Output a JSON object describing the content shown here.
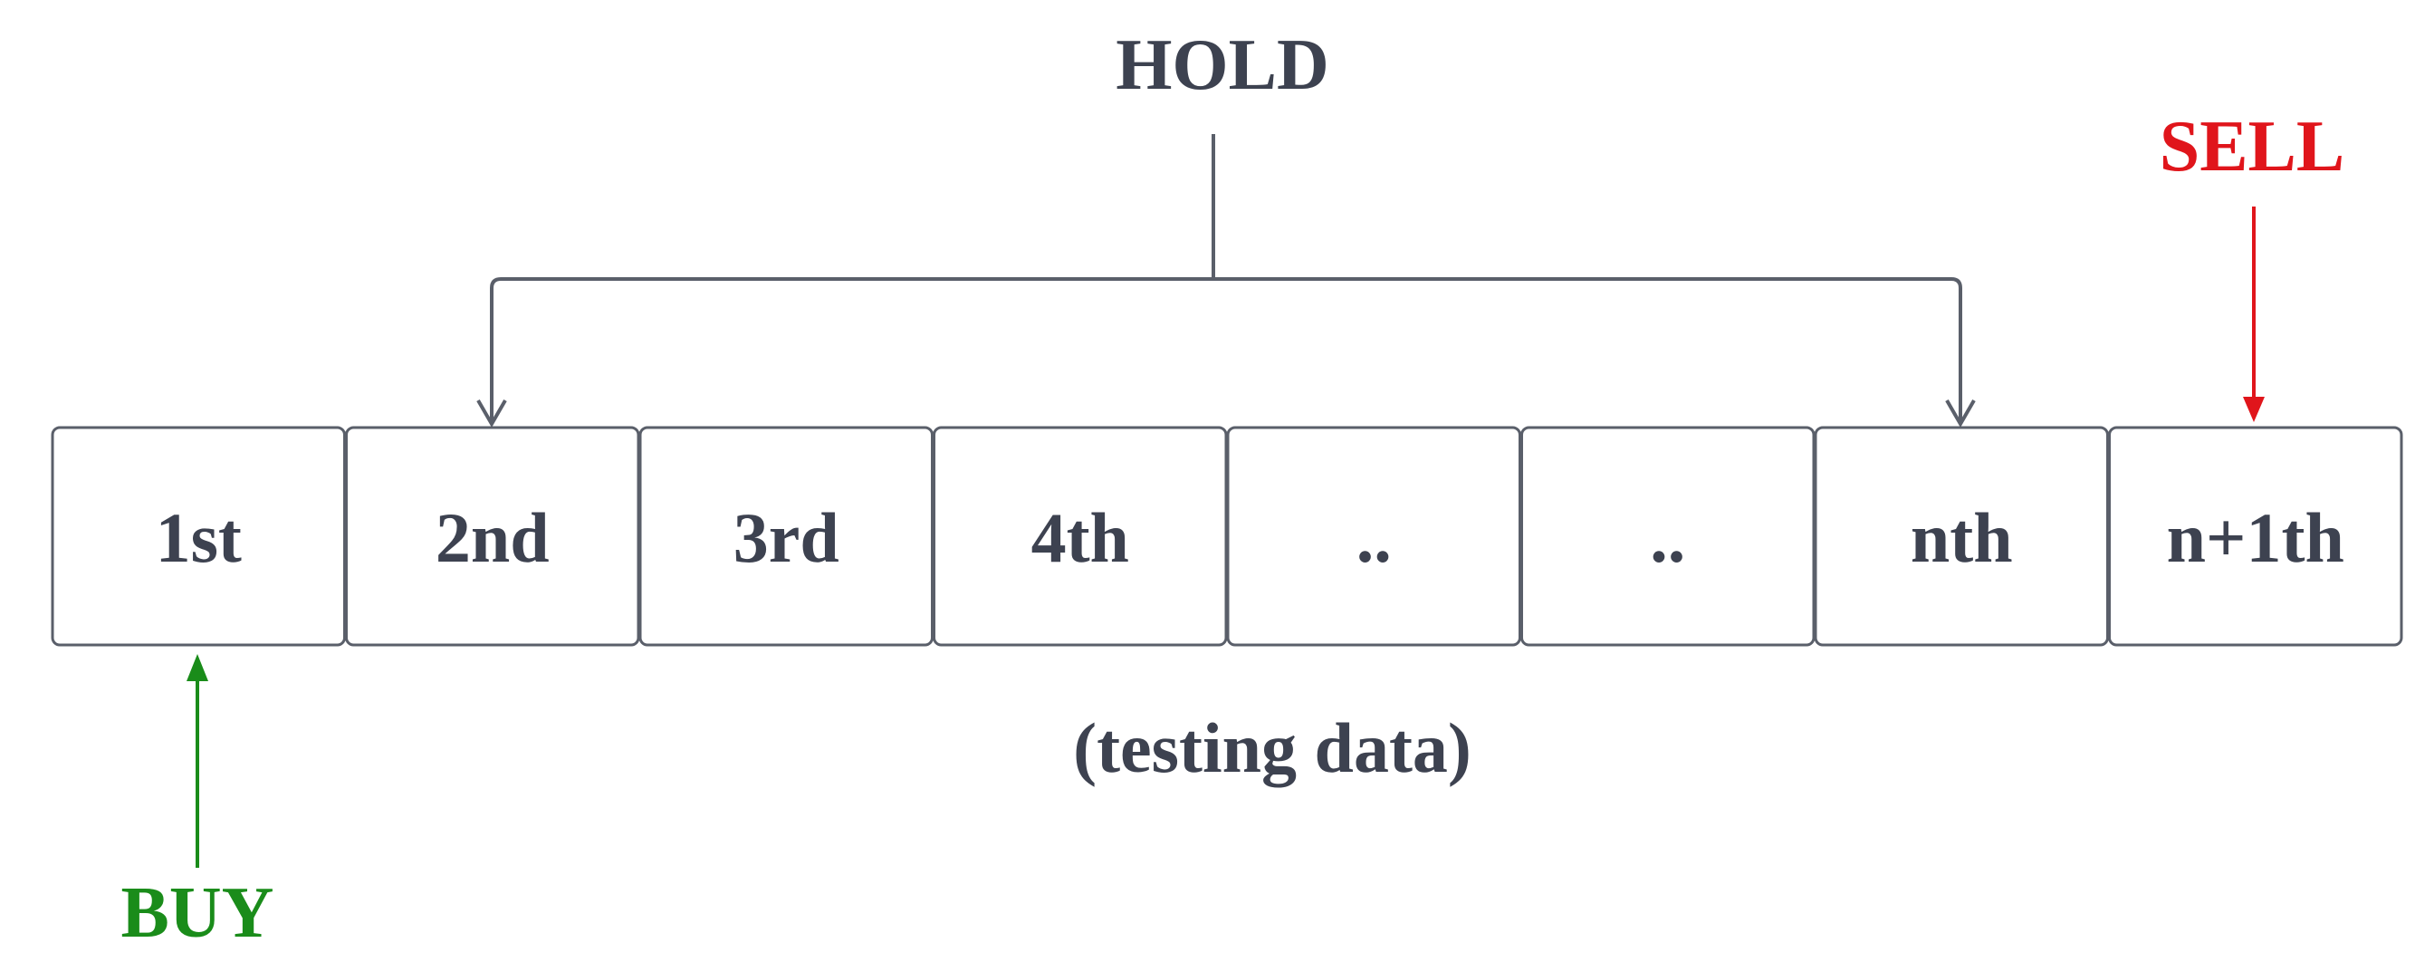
{
  "diagram": {
    "hold_label": "HOLD",
    "sell_label": "SELL",
    "buy_label": "BUY",
    "caption": "(testing data)",
    "cells": [
      "1st",
      "2nd",
      "3rd",
      "4th",
      "..",
      "..",
      "nth",
      "n+1th"
    ],
    "colors": {
      "text": "#3d4250",
      "stroke": "#5a5f6a",
      "sell": "#e0151b",
      "buy": "#1a8c1a"
    }
  }
}
